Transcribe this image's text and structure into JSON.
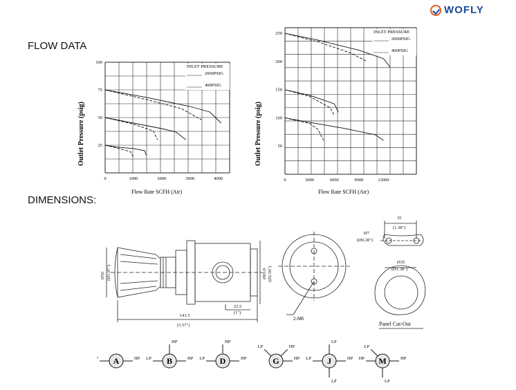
{
  "brand": {
    "name": "WOFLY",
    "logo_icon": "check-circle-logo",
    "color": "#1a4a9a",
    "accent": "#e35a1c"
  },
  "sections": {
    "flow": "FLOW DATA",
    "dimensions": "DIMENSIONS:"
  },
  "chart_data": [
    {
      "type": "line",
      "xlabel": "Flow Rate SCFH  (Air)",
      "ylabel": "Outlet Pressure (psig)",
      "xlim": [
        0,
        4400
      ],
      "ylim": [
        0,
        100
      ],
      "xticks": [
        "0",
        "1000",
        "2000",
        "3000",
        "4000"
      ],
      "yticks": [
        "25",
        "50",
        "75",
        "100"
      ],
      "legend_title": "INLET PRESSURE",
      "legend": [
        "2000PSIG",
        "400PSIG"
      ],
      "legend_placement": "top-right",
      "grid": true,
      "series": [
        {
          "name": "2000PSIG",
          "style": "solid",
          "x": [
            0,
            500,
            1000,
            1400,
            1450
          ],
          "y": [
            25,
            23,
            22,
            20,
            16
          ]
        },
        {
          "name": "400PSIG",
          "style": "dashed",
          "x": [
            0,
            500,
            900,
            1000
          ],
          "y": [
            25,
            22,
            19,
            14
          ]
        },
        {
          "name": "2000PSIG",
          "style": "solid",
          "x": [
            0,
            1000,
            2000,
            2500,
            2850
          ],
          "y": [
            50,
            45,
            40,
            37,
            30
          ]
        },
        {
          "name": "400PSIG",
          "style": "dashed",
          "x": [
            0,
            1000,
            1700,
            1850
          ],
          "y": [
            50,
            44,
            38,
            30
          ]
        },
        {
          "name": "2000PSIG",
          "style": "solid",
          "x": [
            0,
            1500,
            3000,
            3700,
            4100
          ],
          "y": [
            75,
            68,
            60,
            55,
            45
          ]
        },
        {
          "name": "400PSIG",
          "style": "dashed",
          "x": [
            0,
            1500,
            2700,
            3400
          ],
          "y": [
            75,
            66,
            58,
            48
          ]
        }
      ]
    },
    {
      "type": "line",
      "xlabel": "Flow Rate SCFH  (Air)",
      "ylabel": "Outlet Pressure (psig)",
      "xlim": [
        0,
        16000
      ],
      "ylim": [
        0,
        260
      ],
      "xticks": [
        "0",
        "3000",
        "6000",
        "9000",
        "12000"
      ],
      "yticks": [
        "50",
        "100",
        "150",
        "200",
        "250"
      ],
      "legend_title": "INLET PRESSURE",
      "legend": [
        "2000PSIG",
        "400PSIG"
      ],
      "legend_placement": "top-right",
      "grid": true,
      "series": [
        {
          "name": "2000PSIG",
          "style": "solid",
          "x": [
            0,
            3000,
            7000,
            11000,
            12000
          ],
          "y": [
            100,
            92,
            82,
            70,
            60
          ]
        },
        {
          "name": "400PSIG",
          "style": "dashed",
          "x": [
            0,
            3000,
            4000,
            4700
          ],
          "y": [
            100,
            90,
            80,
            60
          ]
        },
        {
          "name": "2000PSIG",
          "style": "solid",
          "x": [
            0,
            3000,
            6000,
            6500
          ],
          "y": [
            150,
            140,
            125,
            110
          ]
        },
        {
          "name": "400PSIG",
          "style": "dashed",
          "x": [
            0,
            3000,
            5500,
            6000
          ],
          "y": [
            150,
            138,
            118,
            105
          ]
        },
        {
          "name": "2000PSIG",
          "style": "solid",
          "x": [
            0,
            4000,
            9000,
            12000,
            12800
          ],
          "y": [
            250,
            238,
            220,
            205,
            190
          ]
        },
        {
          "name": "400PSIG",
          "style": "dashed",
          "x": [
            0,
            4000,
            8000,
            10000
          ],
          "y": [
            250,
            235,
            215,
            200
          ]
        }
      ]
    }
  ],
  "dimensions": {
    "overall_length": "141.5",
    "overall_length_in": "(5.57\")",
    "knob_dia": "Ø50",
    "knob_dia_in": "(Ø1.97\")",
    "body_width": "Ø65.8",
    "body_width_in": "(Ø2.59\")",
    "offset": "25.5",
    "offset_in": "(1\")",
    "mount": "2-M6",
    "hole_spacing": "35",
    "hole_spacing_in": "(1.38\")",
    "hole_dia": "Ø7",
    "hole_dia_in": "(Ø0.28\")",
    "cutout_dia": "Ø35",
    "cutout_dia_in": "(Ø1.38\")",
    "panel_cutout": "Panel Cut-Out"
  },
  "ports": [
    {
      "letter": "A",
      "labels": {
        "left": "LP",
        "right": "HP"
      }
    },
    {
      "letter": "B",
      "labels": {
        "left": "LP",
        "right": "HP",
        "top": "HP"
      }
    },
    {
      "letter": "D",
      "labels": {
        "left": "LP",
        "right": "HP",
        "top": "HP"
      }
    },
    {
      "letter": "G",
      "labels": {
        "topleft": "LP",
        "topright": "HP",
        "right": "HP"
      }
    },
    {
      "letter": "J",
      "labels": {
        "left": "LP",
        "right": "HP",
        "top": "LP",
        "bottom": "LP"
      }
    },
    {
      "letter": "M",
      "labels": {
        "topleft": "LP",
        "left": "HP",
        "right": "HP",
        "bottom": "LP"
      }
    }
  ]
}
